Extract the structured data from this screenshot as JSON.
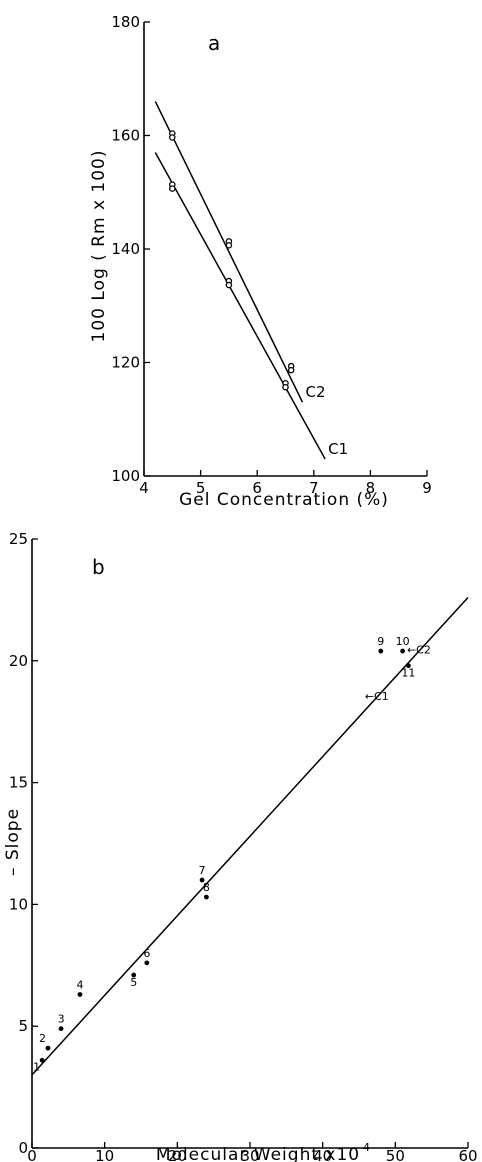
{
  "chart_data": [
    {
      "type": "line",
      "panel_label": "a",
      "xlabel": "Gel Concentration (%)",
      "ylabel": "100 Log ( Rm x 100)",
      "xlim": [
        4,
        9
      ],
      "ylim": [
        100,
        180
      ],
      "xticks": [
        4,
        5,
        6,
        7,
        8,
        9
      ],
      "yticks": [
        100,
        120,
        140,
        160,
        180
      ],
      "series": [
        {
          "name": "C1",
          "x": [
            4.5,
            5.5,
            6.5
          ],
          "values": [
            151,
            134,
            116
          ],
          "fit_x": [
            4.2,
            7.2
          ],
          "fit_y": [
            157,
            103
          ]
        },
        {
          "name": "C2",
          "x": [
            4.5,
            5.5,
            6.6
          ],
          "values": [
            160,
            141,
            119
          ],
          "fit_x": [
            4.2,
            6.8
          ],
          "fit_y": [
            166,
            113
          ]
        }
      ]
    },
    {
      "type": "scatter",
      "panel_label": "b",
      "xlabel": "Molecular Weight x10",
      "xlabel_exponent": "-4",
      "ylabel": "– Slope",
      "xlim": [
        0,
        60
      ],
      "ylim": [
        0,
        25
      ],
      "xticks": [
        0,
        10,
        20,
        30,
        40,
        50,
        60
      ],
      "yticks": [
        0,
        5,
        10,
        15,
        20,
        25
      ],
      "points": [
        {
          "label": "1",
          "x": 1.4,
          "y": 3.6
        },
        {
          "label": "2",
          "x": 2.2,
          "y": 4.1
        },
        {
          "label": "3",
          "x": 4.0,
          "y": 4.9
        },
        {
          "label": "4",
          "x": 6.6,
          "y": 6.3
        },
        {
          "label": "5",
          "x": 14.0,
          "y": 7.1
        },
        {
          "label": "6",
          "x": 15.8,
          "y": 7.6
        },
        {
          "label": "7",
          "x": 23.4,
          "y": 11.0
        },
        {
          "label": "8",
          "x": 24.0,
          "y": 10.3
        },
        {
          "label": "9",
          "x": 48.0,
          "y": 20.4
        },
        {
          "label": "10",
          "x": 51.0,
          "y": 20.4
        },
        {
          "label": "11",
          "x": 51.8,
          "y": 19.8
        }
      ],
      "fit": {
        "x": [
          0,
          60
        ],
        "y": [
          3.0,
          22.6
        ]
      },
      "annotations": [
        {
          "text": "←C2",
          "x": 51.6,
          "y": 20.5
        },
        {
          "text": "←C1",
          "x": 45.8,
          "y": 18.6
        }
      ]
    }
  ]
}
